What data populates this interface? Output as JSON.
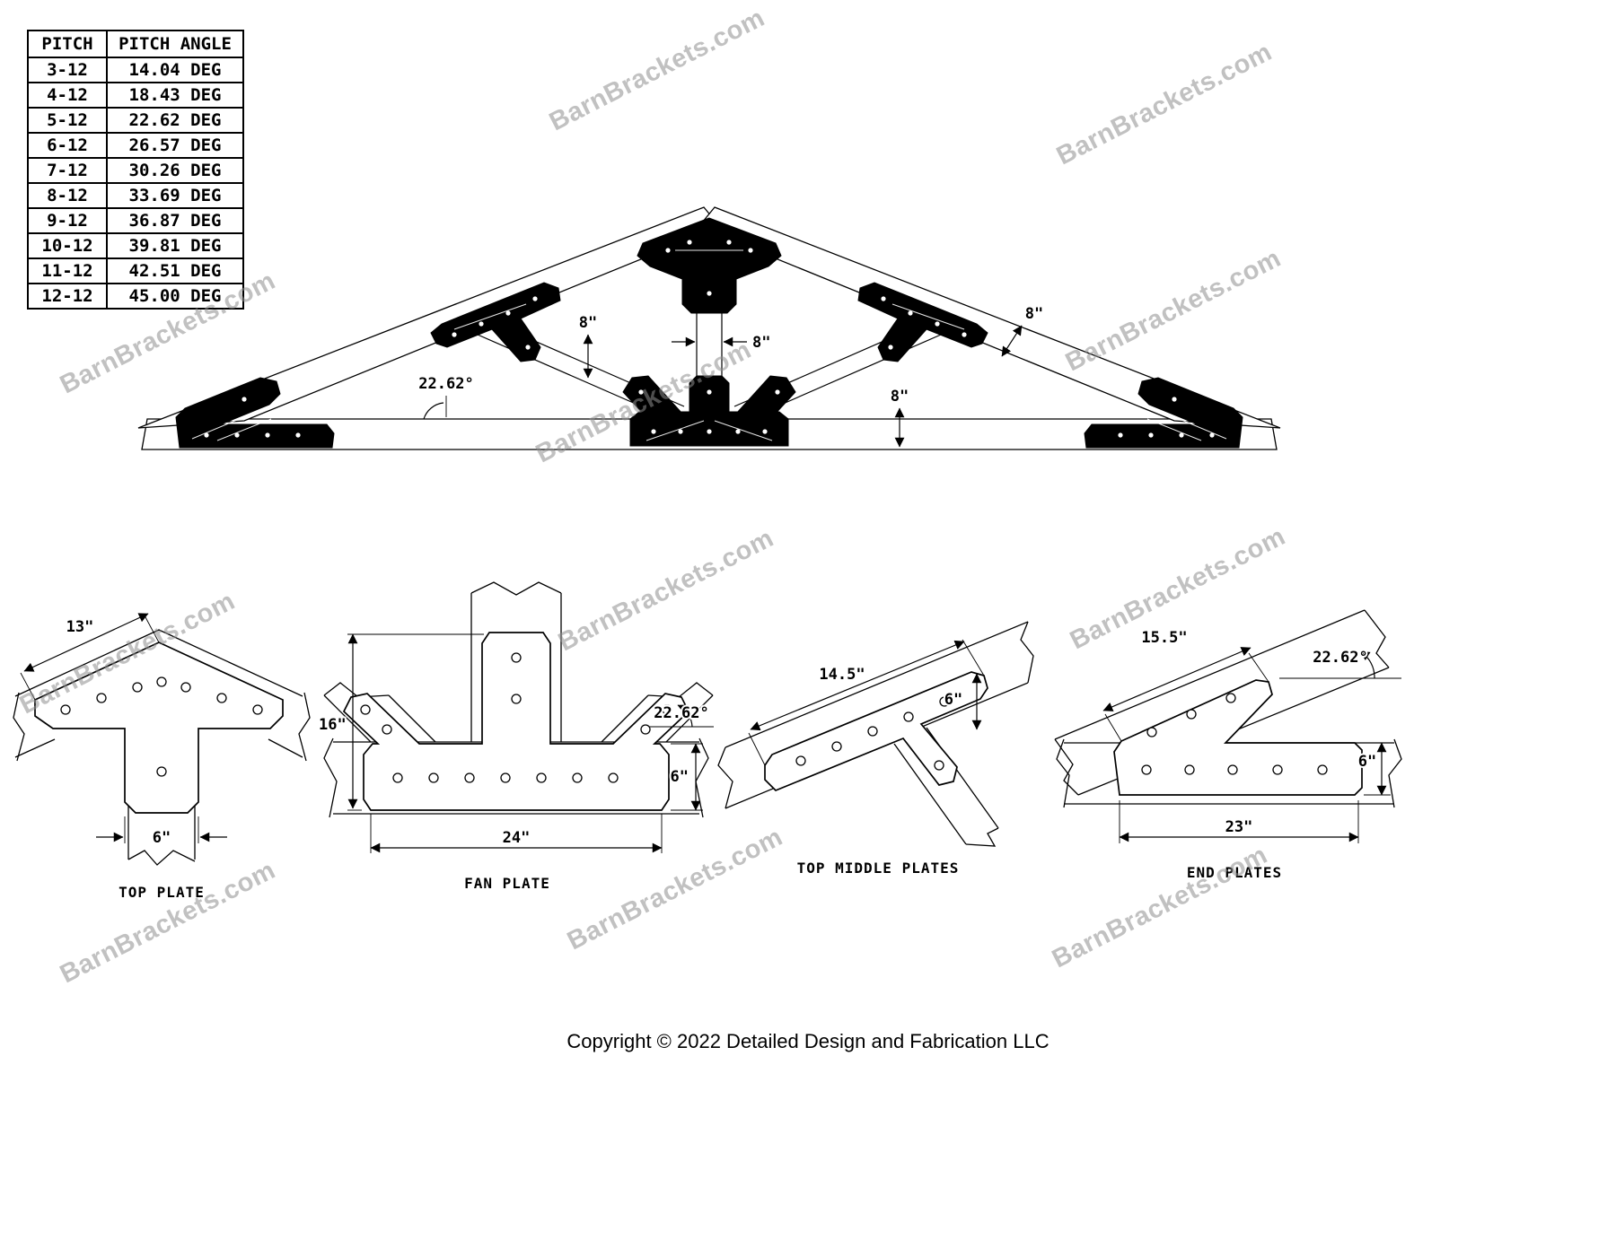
{
  "watermark": {
    "text": "BarnBrackets.com"
  },
  "colors": {
    "plate": "#000000",
    "watermark": "#8f8f8f"
  },
  "pitch_table": {
    "headers": {
      "pitch": "PITCH",
      "angle": "PITCH ANGLE"
    },
    "rows": [
      {
        "pitch": "3-12",
        "angle": "14.04 DEG"
      },
      {
        "pitch": "4-12",
        "angle": "18.43 DEG"
      },
      {
        "pitch": "5-12",
        "angle": "22.62 DEG"
      },
      {
        "pitch": "6-12",
        "angle": "26.57 DEG"
      },
      {
        "pitch": "7-12",
        "angle": "30.26 DEG"
      },
      {
        "pitch": "8-12",
        "angle": "33.69 DEG"
      },
      {
        "pitch": "9-12",
        "angle": "36.87 DEG"
      },
      {
        "pitch": "10-12",
        "angle": "39.81 DEG"
      },
      {
        "pitch": "11-12",
        "angle": "42.51 DEG"
      },
      {
        "pitch": "12-12",
        "angle": "45.00 DEG"
      }
    ]
  },
  "truss": {
    "dims": {
      "left_web": "8\"",
      "king_post": "8\"",
      "right_rafter": "8\"",
      "bottom_chord": "8\"",
      "pitch_angle": "22.62°"
    }
  },
  "details": {
    "top_plate": {
      "label": "TOP PLATE",
      "width": "13\"",
      "leg_width": "6\""
    },
    "fan_plate": {
      "label": "FAN PLATE",
      "height": "16\"",
      "width": "24\"",
      "side": "6\"",
      "angle": "22.62°"
    },
    "top_middle_plates": {
      "label": "TOP MIDDLE PLATES",
      "length": "14.5\"",
      "width": "6\""
    },
    "end_plates": {
      "label": "END PLATES",
      "top": "15.5\"",
      "angle": "22.62°",
      "side": "6\"",
      "bottom": "23\""
    }
  },
  "footer": {
    "copyright": "Copyright © 2022 Detailed Design and Fabrication LLC"
  }
}
